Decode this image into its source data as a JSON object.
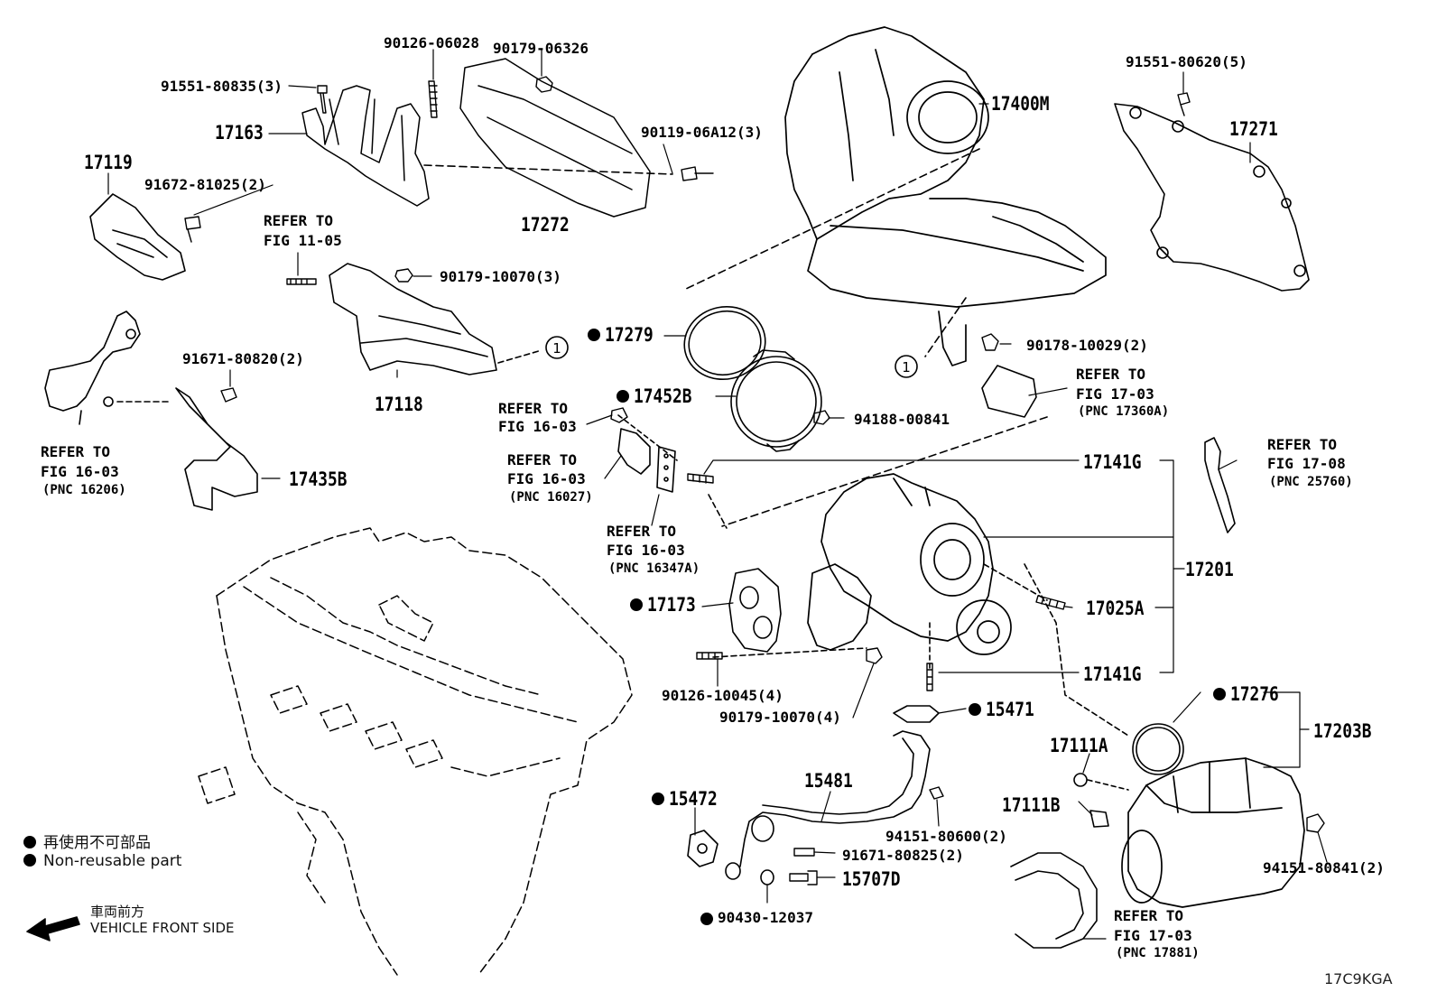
{
  "colors": {
    "line": "#000000",
    "background": "#ffffff"
  },
  "labels": {
    "p90126_06028": "90126-06028",
    "p90179_06326": "90179-06326",
    "p91551_80835": "91551-80835(3)",
    "p17163": "17163",
    "p90119_06a12": "90119-06A12(3)",
    "p17119": "17119",
    "p91672_81025": "91672-81025(2)",
    "p17272": "17272",
    "refer_fig11_05_a": "REFER TO",
    "refer_fig11_05_b": "FIG 11-05",
    "p90179_10070_3": "90179-10070(3)",
    "p17400m": "17400M",
    "p91551_80620": "91551-80620(5)",
    "p17271": "17271",
    "p17279": "17279",
    "p17118": "17118",
    "p91671_80820": "91671-80820(2)",
    "p17452b": "17452B",
    "p94188_00841": "94188-00841",
    "p90178_10029": "90178-10029(2)",
    "refer_fig17_03a_a": "REFER TO",
    "refer_fig17_03a_b": "FIG 17-03",
    "refer_fig17_03a_c": "(PNC 17360A)",
    "refer_fig16_03a_a": "REFER TO",
    "refer_fig16_03a_b": "FIG 16-03",
    "refer_fig16_03b_a": "REFER TO",
    "refer_fig16_03b_b": "FIG 16-03",
    "refer_fig16_03b_c": "(PNC 16206)",
    "refer_fig16_03c_a": "REFER TO",
    "refer_fig16_03c_b": "FIG 16-03",
    "refer_fig16_03c_c": "(PNC 16027)",
    "refer_fig16_03d_a": "REFER TO",
    "refer_fig16_03d_b": "FIG 16-03",
    "refer_fig16_03d_c": "(PNC 16347A)",
    "p17435b": "17435B",
    "p17141g_top": "17141G",
    "refer_fig17_08_a": "REFER TO",
    "refer_fig17_08_b": "FIG 17-08",
    "refer_fig17_08_c": "(PNC 25760)",
    "p17201": "17201",
    "p17173": "17173",
    "p17025a": "17025A",
    "p17141g_bot": "17141G",
    "p90126_10045": "90126-10045(4)",
    "p90179_10070_4": "90179-10070(4)",
    "p15471": "15471",
    "p17276": "17276",
    "p17203b": "17203B",
    "p17111a": "17111A",
    "p15481": "15481",
    "p17111b": "17111B",
    "p15472": "15472",
    "p94151_80600": "94151-80600(2)",
    "p91671_80825": "91671-80825(2)",
    "p94151_80841": "94151-80841(2)",
    "p15707d": "15707D",
    "p90430_12037": "90430-12037",
    "refer_fig17_03b_a": "REFER TO",
    "refer_fig17_03b_b": "FIG 17-03",
    "refer_fig17_03b_c": "(PNC 17881)",
    "circle_ref": "1"
  },
  "legend": {
    "jp_nonreusable": "再使用不可部品",
    "en_nonreusable": "Non-reusable part",
    "jp_front": "車両前方",
    "en_front": "VEHICLE FRONT SIDE"
  },
  "drawing_code": "17C9KGA"
}
